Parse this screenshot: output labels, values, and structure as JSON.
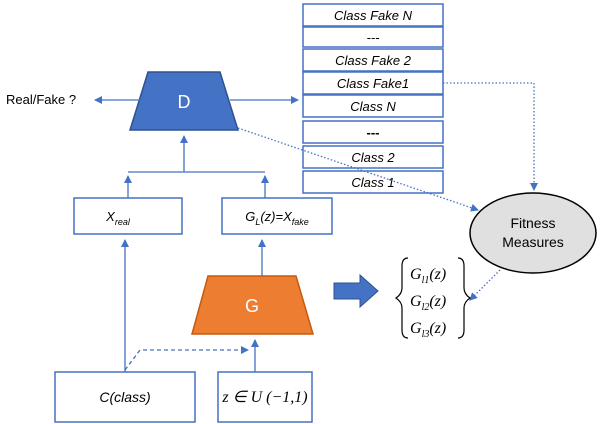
{
  "discriminator": {
    "label": "D",
    "color": "#4472c4"
  },
  "generator": {
    "label": "G",
    "color": "#ed7d31"
  },
  "real_fake_label": "Real/Fake ?",
  "class_stack": [
    "Class Fake N",
    "---",
    "Class Fake 2",
    "Class Fake1",
    "Class N",
    "---",
    "Class 2",
    "Class 1"
  ],
  "x_real": {
    "main": "X",
    "sub": "real"
  },
  "g_fake": {
    "g": "G",
    "g_sub": "L",
    "mid": "(z)=X",
    "x_sub": "fake"
  },
  "c_class": "C(class)",
  "z_input": "z ∈ U (−1,1)",
  "fitness": {
    "line1": "Fitness",
    "line2": "Measures"
  },
  "outputs": [
    {
      "g": "G",
      "sub": "l1",
      "arg": "(z)"
    },
    {
      "g": "G",
      "sub": "l2",
      "arg": "(z)"
    },
    {
      "g": "G",
      "sub": "l3",
      "arg": "(z)"
    }
  ],
  "colors": {
    "line": "#4472c4",
    "fitness_fill": "#e0e0e0"
  }
}
